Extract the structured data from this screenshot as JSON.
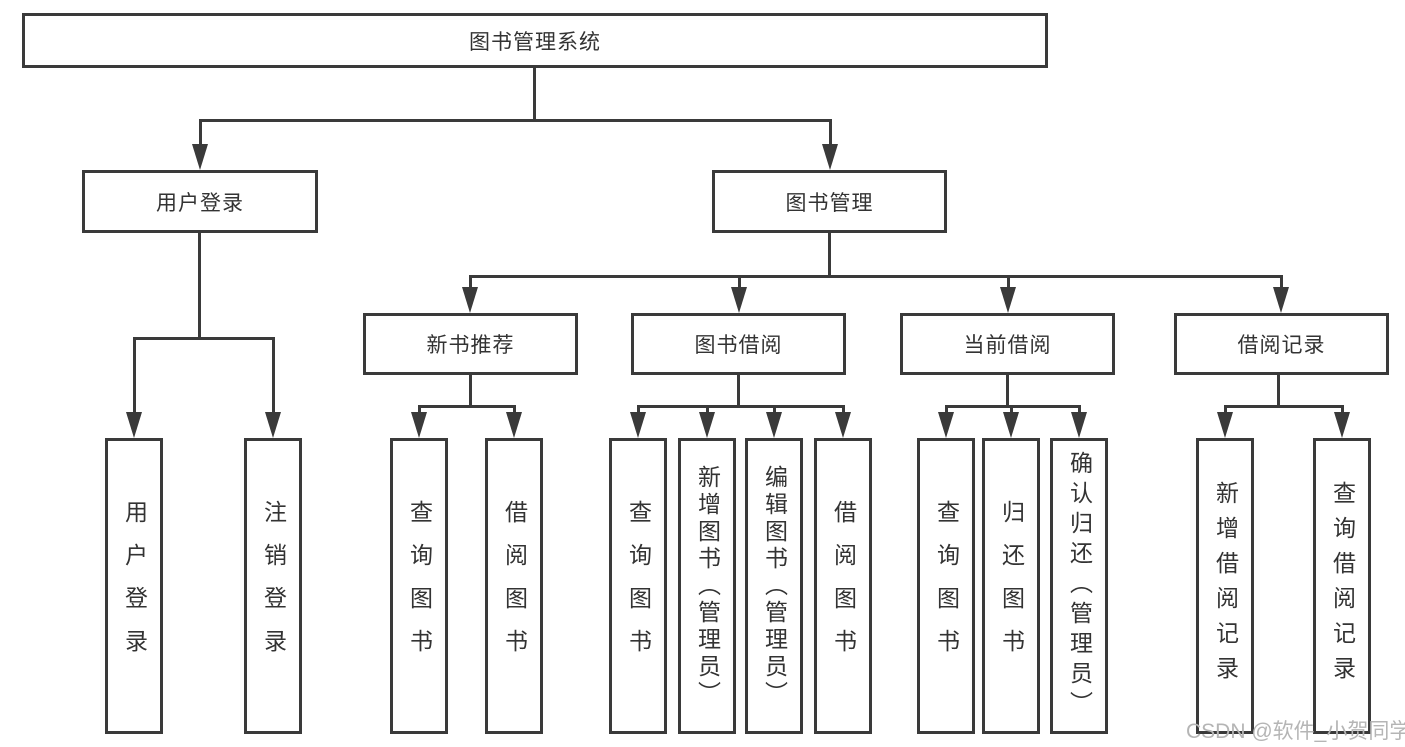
{
  "diagram": {
    "root": {
      "label": "图书管理系统"
    },
    "level2": {
      "user_login": {
        "label": "用户登录"
      },
      "book_management": {
        "label": "图书管理"
      }
    },
    "level3": {
      "new_book_recommend": {
        "label": "新书推荐"
      },
      "book_borrow": {
        "label": "图书借阅"
      },
      "current_borrow": {
        "label": "当前借阅"
      },
      "borrow_records": {
        "label": "借阅记录"
      }
    },
    "leaves": {
      "user_login": [
        "用户登录",
        "注销登录"
      ],
      "new_book_recommend": [
        "查询图书",
        "借阅图书"
      ],
      "book_borrow": [
        "查询图书",
        "新增图书（管理员）",
        "编辑图书（管理员）",
        "借阅图书"
      ],
      "current_borrow": [
        "查询图书",
        "归还图书",
        "确认归还（管理员）"
      ],
      "borrow_records": [
        "新增借阅记录",
        "查询借阅记录"
      ]
    }
  },
  "watermark": {
    "text": "CSDN @软件_小贺同学"
  },
  "colors": {
    "line": "#3a3a3a",
    "text": "#333333",
    "background": "#ffffff",
    "watermark": "#b5b5b5"
  }
}
